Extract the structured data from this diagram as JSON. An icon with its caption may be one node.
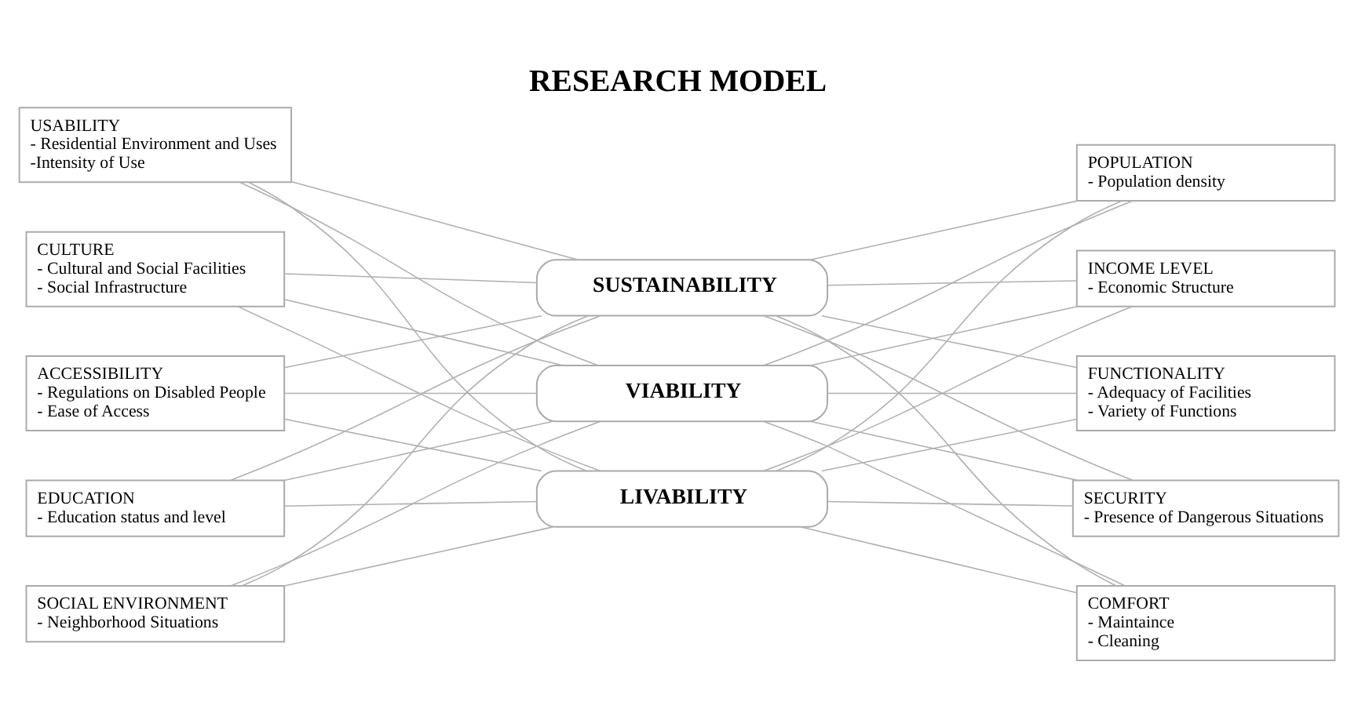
{
  "diagram": {
    "title": "RESEARCH MODEL",
    "nodes": [
      {
        "text": [
          "USABILITY",
          "- Residential Environment and Uses",
          "-Intensity of Use"
        ]
      },
      {
        "text": [
          "CULTURE",
          "- Cultural and Social Facilities",
          "- Social Infrastructure"
        ]
      },
      {
        "text": [
          "ACCESSIBILITY",
          "- Regulations on Disabled People",
          "- Ease of Access"
        ]
      },
      {
        "text": [
          "EDUCATION",
          "- Education status and level"
        ]
      },
      {
        "text": [
          "SOCIAL ENVIRONMENT",
          "- Neighborhood Situations"
        ]
      },
      {
        "text": [
          "SUSTAINABILITY"
        ]
      },
      {
        "text": [
          "VIABILITY"
        ]
      },
      {
        "text": [
          "LIVABILITY"
        ]
      },
      {
        "text": [
          "POPULATION",
          "- Population density"
        ]
      },
      {
        "text": [
          "INCOME LEVEL",
          "- Economic Structure"
        ]
      },
      {
        "text": [
          "FUNCTIONALITY",
          "- Adequacy of Facilities",
          "- Variety of Functions"
        ]
      },
      {
        "text": [
          "SECURITY",
          "- Presence of Dangerous Situations"
        ]
      },
      {
        "text": [
          "COMFORT",
          "- Maintaince",
          "- Cleaning"
        ]
      }
    ],
    "edges": [
      {
        "from": 0,
        "to": 5,
        "arrow": "none"
      },
      {
        "from": 0,
        "to": 6,
        "arrow": "none"
      },
      {
        "from": 0,
        "to": 7,
        "arrow": "none"
      },
      {
        "from": 1,
        "to": 5,
        "arrow": "none"
      },
      {
        "from": 1,
        "to": 6,
        "arrow": "none"
      },
      {
        "from": 1,
        "to": 7,
        "arrow": "none"
      },
      {
        "from": 2,
        "to": 5,
        "arrow": "none"
      },
      {
        "from": 2,
        "to": 6,
        "arrow": "none"
      },
      {
        "from": 2,
        "to": 7,
        "arrow": "none"
      },
      {
        "from": 3,
        "to": 5,
        "arrow": "none"
      },
      {
        "from": 3,
        "to": 6,
        "arrow": "none"
      },
      {
        "from": 3,
        "to": 7,
        "arrow": "none"
      },
      {
        "from": 4,
        "to": 5,
        "arrow": "none"
      },
      {
        "from": 4,
        "to": 6,
        "arrow": "none"
      },
      {
        "from": 4,
        "to": 7,
        "arrow": "none"
      },
      {
        "from": 5,
        "to": 8,
        "arrow": "none"
      },
      {
        "from": 5,
        "to": 9,
        "arrow": "none"
      },
      {
        "from": 5,
        "to": 10,
        "arrow": "none"
      },
      {
        "from": 5,
        "to": 11,
        "arrow": "none"
      },
      {
        "from": 5,
        "to": 12,
        "arrow": "none"
      },
      {
        "from": 6,
        "to": 8,
        "arrow": "none"
      },
      {
        "from": 6,
        "to": 9,
        "arrow": "none"
      },
      {
        "from": 6,
        "to": 10,
        "arrow": "none"
      },
      {
        "from": 6,
        "to": 11,
        "arrow": "none"
      },
      {
        "from": 6,
        "to": 12,
        "arrow": "none"
      },
      {
        "from": 7,
        "to": 8,
        "arrow": "none"
      },
      {
        "from": 7,
        "to": 9,
        "arrow": "none"
      },
      {
        "from": 7,
        "to": 10,
        "arrow": "none"
      },
      {
        "from": 7,
        "to": 11,
        "arrow": "none"
      },
      {
        "from": 7,
        "to": 12,
        "arrow": "none"
      }
    ]
  }
}
